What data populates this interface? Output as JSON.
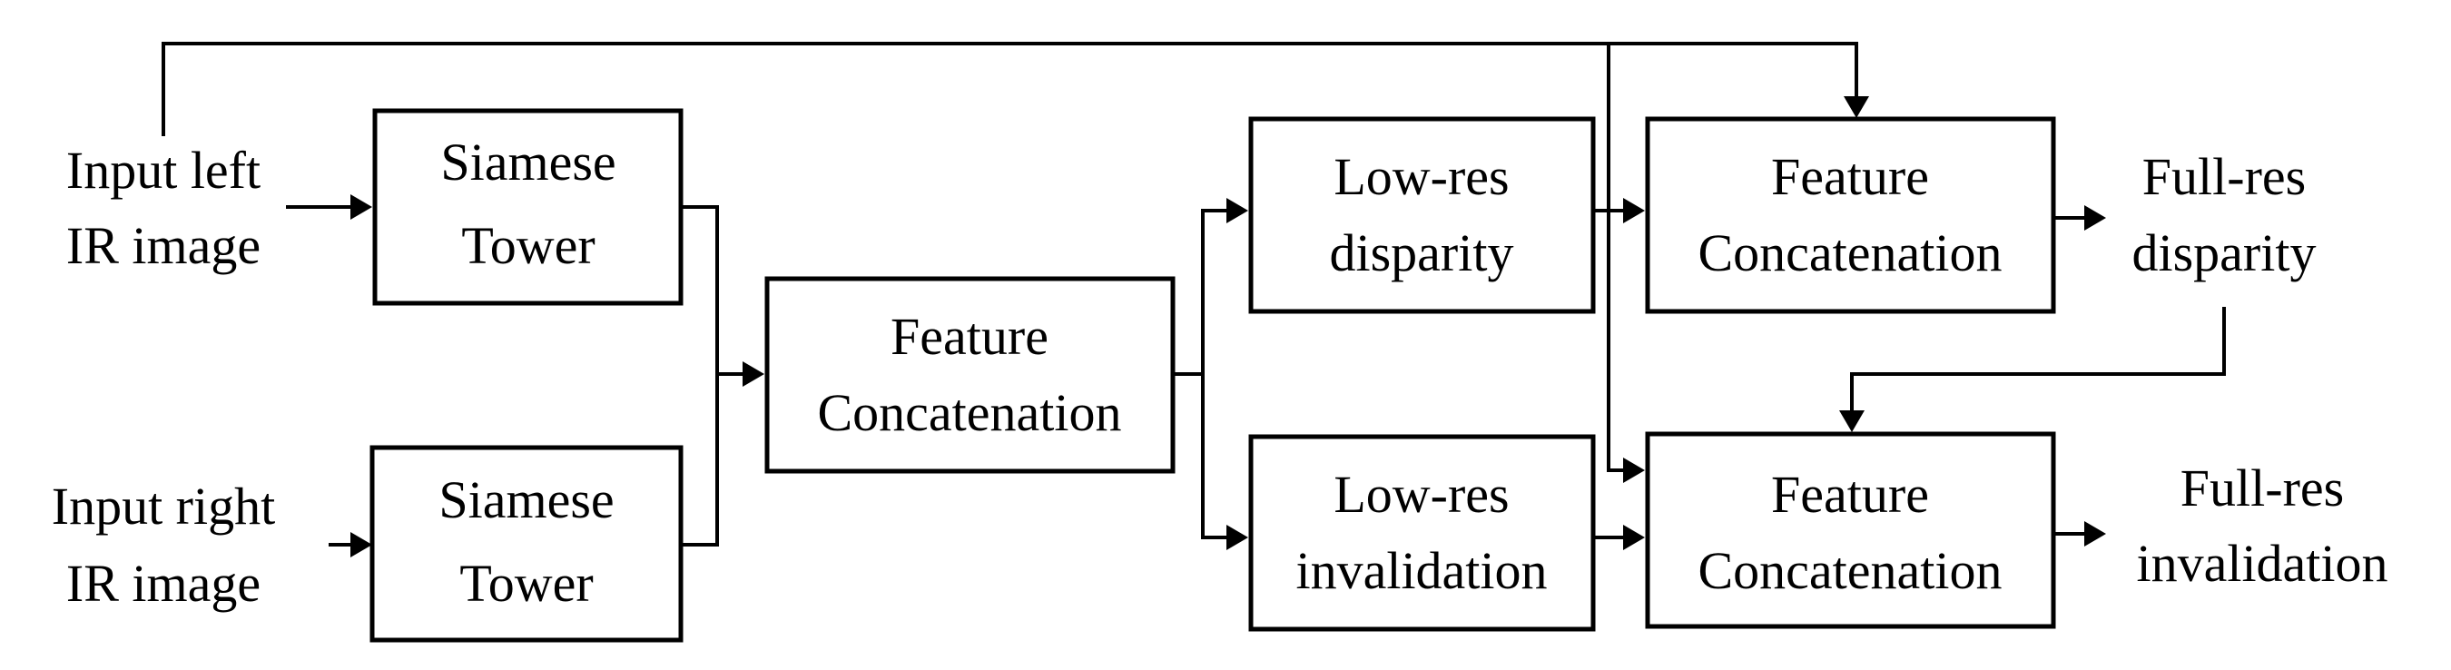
{
  "inputs": {
    "left": {
      "line1": "Input left",
      "line2": "IR image"
    },
    "right": {
      "line1": "Input right",
      "line2": "IR image"
    }
  },
  "blocks": {
    "siamese_top": {
      "line1": "Siamese",
      "line2": "Tower"
    },
    "siamese_bottom": {
      "line1": "Siamese",
      "line2": "Tower"
    },
    "concat_main": {
      "line1": "Feature",
      "line2": "Concatenation"
    },
    "lowres_disparity": {
      "line1": "Low-res",
      "line2": "disparity"
    },
    "lowres_invalidation": {
      "line1": "Low-res",
      "line2": "invalidation"
    },
    "concat_disparity": {
      "line1": "Feature",
      "line2": "Concatenation"
    },
    "concat_invalidation": {
      "line1": "Feature",
      "line2": "Concatenation"
    }
  },
  "outputs": {
    "fullres_disparity": {
      "line1": "Full-res",
      "line2": "disparity"
    },
    "fullres_invalidation": {
      "line1": "Full-res",
      "line2": "invalidation"
    }
  }
}
